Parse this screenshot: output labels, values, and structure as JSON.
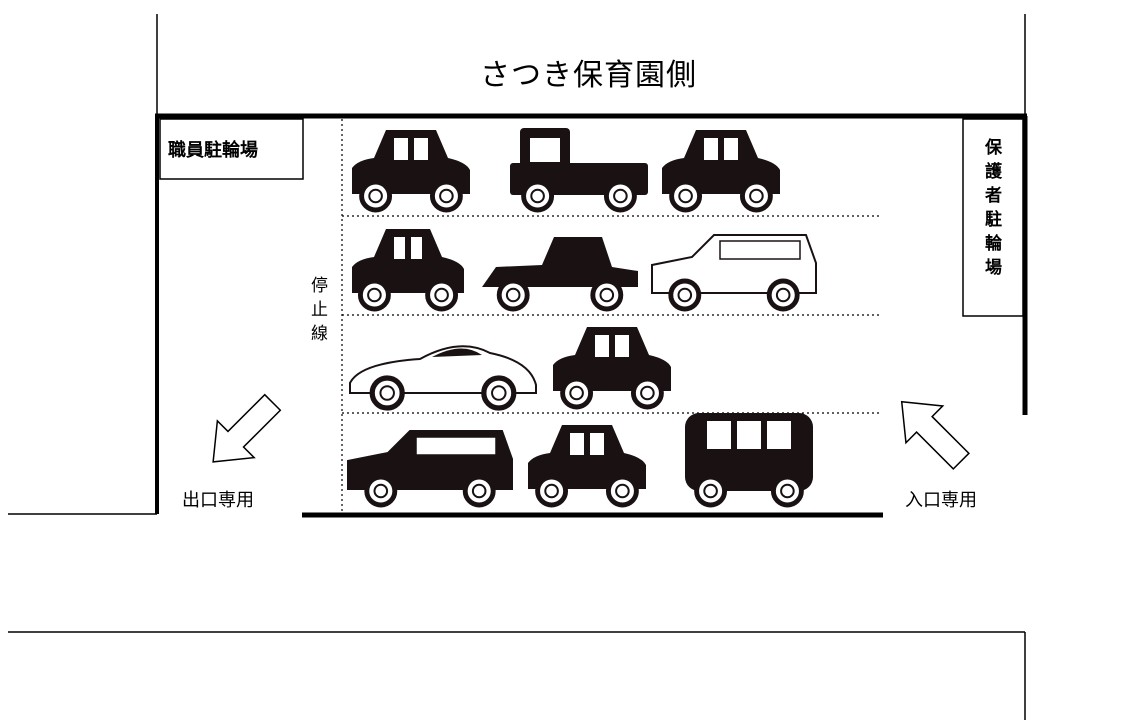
{
  "title": "さつき保育園側",
  "staff_parking_label": "職員駐輪場",
  "guardian_parking_label": [
    "保",
    "護",
    "者",
    "駐",
    "輪",
    "場"
  ],
  "stop_line_label": [
    "停",
    "止",
    "線"
  ],
  "exit_label": "出口専用",
  "entrance_label": "入口専用",
  "parking_rows": [
    [
      "hatchback",
      "pickup-truck",
      "hatchback"
    ],
    [
      "compact-car",
      "vintage-car",
      "suv"
    ],
    [
      "sports-coupe",
      "hatchback"
    ],
    [
      "suv",
      "hatchback",
      "van"
    ]
  ],
  "colors": {
    "car_fill": "#1a1212",
    "line": "#000000"
  }
}
